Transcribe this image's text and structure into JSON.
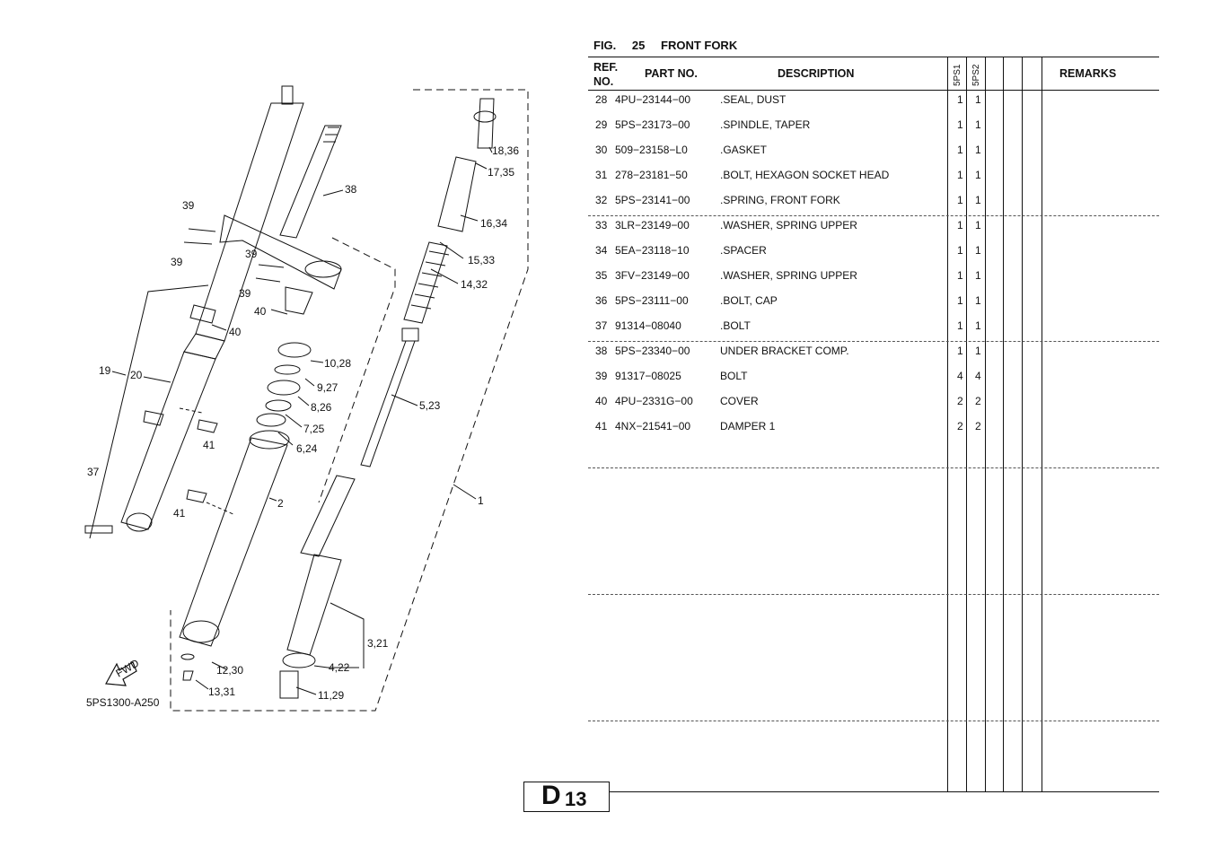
{
  "figure": {
    "fig_label": "FIG.",
    "fig_number": "25",
    "title": "FRONT FORK"
  },
  "table": {
    "headers": {
      "ref": "REF.",
      "no": "NO.",
      "part_no": "PART NO.",
      "description": "DESCRIPTION",
      "model_1": "5PS1",
      "model_2": "5PS2",
      "remarks": "REMARKS"
    },
    "rows": [
      {
        "ref": "28",
        "part_no": "4PU−23144−00",
        "description": ".SEAL, DUST",
        "q1": "1",
        "q2": "1"
      },
      {
        "ref": "29",
        "part_no": "5PS−23173−00",
        "description": ".SPINDLE, TAPER",
        "q1": "1",
        "q2": "1"
      },
      {
        "ref": "30",
        "part_no": "509−23158−L0",
        "description": ".GASKET",
        "q1": "1",
        "q2": "1"
      },
      {
        "ref": "31",
        "part_no": "278−23181−50",
        "description": ".BOLT, HEXAGON SOCKET HEAD",
        "q1": "1",
        "q2": "1"
      },
      {
        "ref": "32",
        "part_no": "5PS−23141−00",
        "description": ".SPRING, FRONT FORK",
        "q1": "1",
        "q2": "1"
      },
      {
        "ref": "33",
        "part_no": "3LR−23149−00",
        "description": ".WASHER, SPRING UPPER",
        "q1": "1",
        "q2": "1"
      },
      {
        "ref": "34",
        "part_no": "5EA−23118−10",
        "description": ".SPACER",
        "q1": "1",
        "q2": "1"
      },
      {
        "ref": "35",
        "part_no": "3FV−23149−00",
        "description": ".WASHER, SPRING UPPER",
        "q1": "1",
        "q2": "1"
      },
      {
        "ref": "36",
        "part_no": "5PS−23111−00",
        "description": ".BOLT, CAP",
        "q1": "1",
        "q2": "1"
      },
      {
        "ref": "37",
        "part_no": "91314−08040",
        "description": ".BOLT",
        "q1": "1",
        "q2": "1"
      },
      {
        "ref": "38",
        "part_no": "5PS−23340−00",
        "description": "UNDER BRACKET COMP.",
        "q1": "1",
        "q2": "1"
      },
      {
        "ref": "39",
        "part_no": "91317−08025",
        "description": "BOLT",
        "q1": "4",
        "q2": "4"
      },
      {
        "ref": "40",
        "part_no": "4PU−2331G−00",
        "description": "COVER",
        "q1": "2",
        "q2": "2"
      },
      {
        "ref": "41",
        "part_no": "4NX−21541−00",
        "description": "DAMPER 1",
        "q1": "2",
        "q2": "2"
      }
    ]
  },
  "diagram": {
    "code": "5PS1300-A250",
    "fwd_label": "FWD",
    "callouts": [
      "39",
      "39",
      "39",
      "39",
      "38",
      "18,36",
      "17,35",
      "16,34",
      "15,33",
      "14,32",
      "40",
      "40",
      "19",
      "20",
      "10,28",
      "9,27",
      "8,26",
      "7,25",
      "6,24",
      "5,23",
      "41",
      "41",
      "37",
      "2",
      "1",
      "3,21",
      "4,22",
      "12,30",
      "13,31",
      "11,29"
    ]
  },
  "page": {
    "letter": "D",
    "number": "13"
  }
}
